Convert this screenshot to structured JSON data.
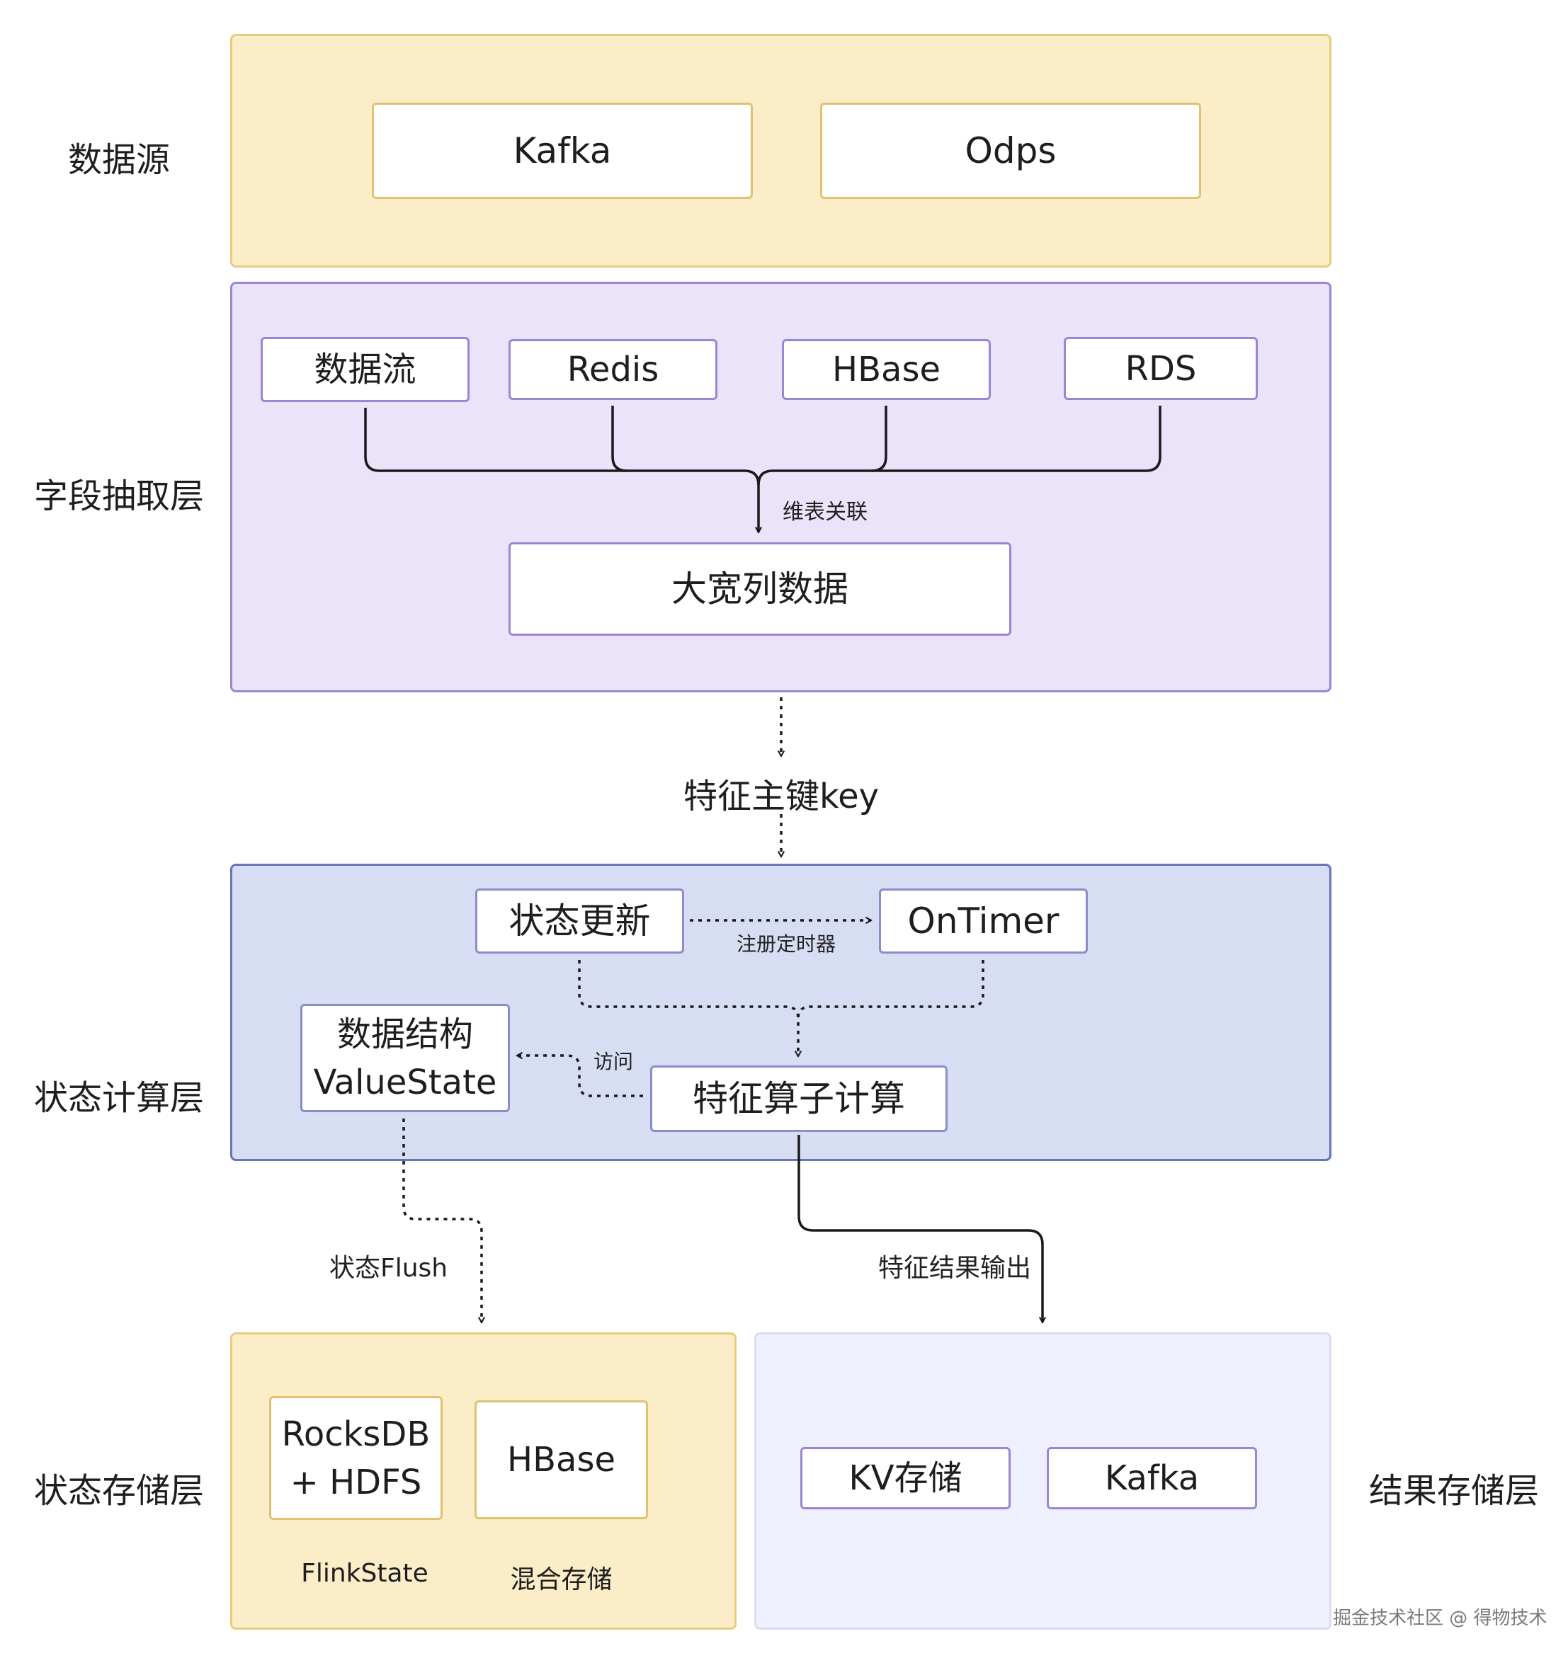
{
  "layers": {
    "data_source": {
      "label": "数据源",
      "items": [
        "Kafka",
        "Odps"
      ]
    },
    "field_extraction": {
      "label": "字段抽取层",
      "items": [
        "数据流",
        "Redis",
        "HBase",
        "RDS"
      ],
      "join_label": "维表关联",
      "output": "大宽列数据"
    },
    "feature_key": "特征主键key",
    "state_compute": {
      "label": "状态计算层",
      "state_update": "状态更新",
      "register_timer_label": "注册定时器",
      "on_timer": "OnTimer",
      "data_structure": "数据结构",
      "value_state": "ValueState",
      "access_label": "访问",
      "feature_operator": "特征算子计算"
    },
    "flush_label": "状态Flush",
    "output_label": "特征结果输出",
    "state_storage": {
      "label": "状态存储层",
      "rocksdb_line1": "RocksDB",
      "rocksdb_line2": "+ HDFS",
      "rocksdb_caption": "FlinkState",
      "hbase": "HBase",
      "hbase_caption": "混合存储"
    },
    "result_storage": {
      "label": "结果存储层",
      "items": [
        "KV存储",
        "Kafka"
      ]
    }
  },
  "watermark": "掘金技术社区 @ 得物技术",
  "colors": {
    "yellow_fill": "#fbedc7",
    "purple_fill": "#eae3fa",
    "blue_fill": "#d7ddf3",
    "light_fill": "#eff0fd",
    "line": "#1a1a1a"
  }
}
